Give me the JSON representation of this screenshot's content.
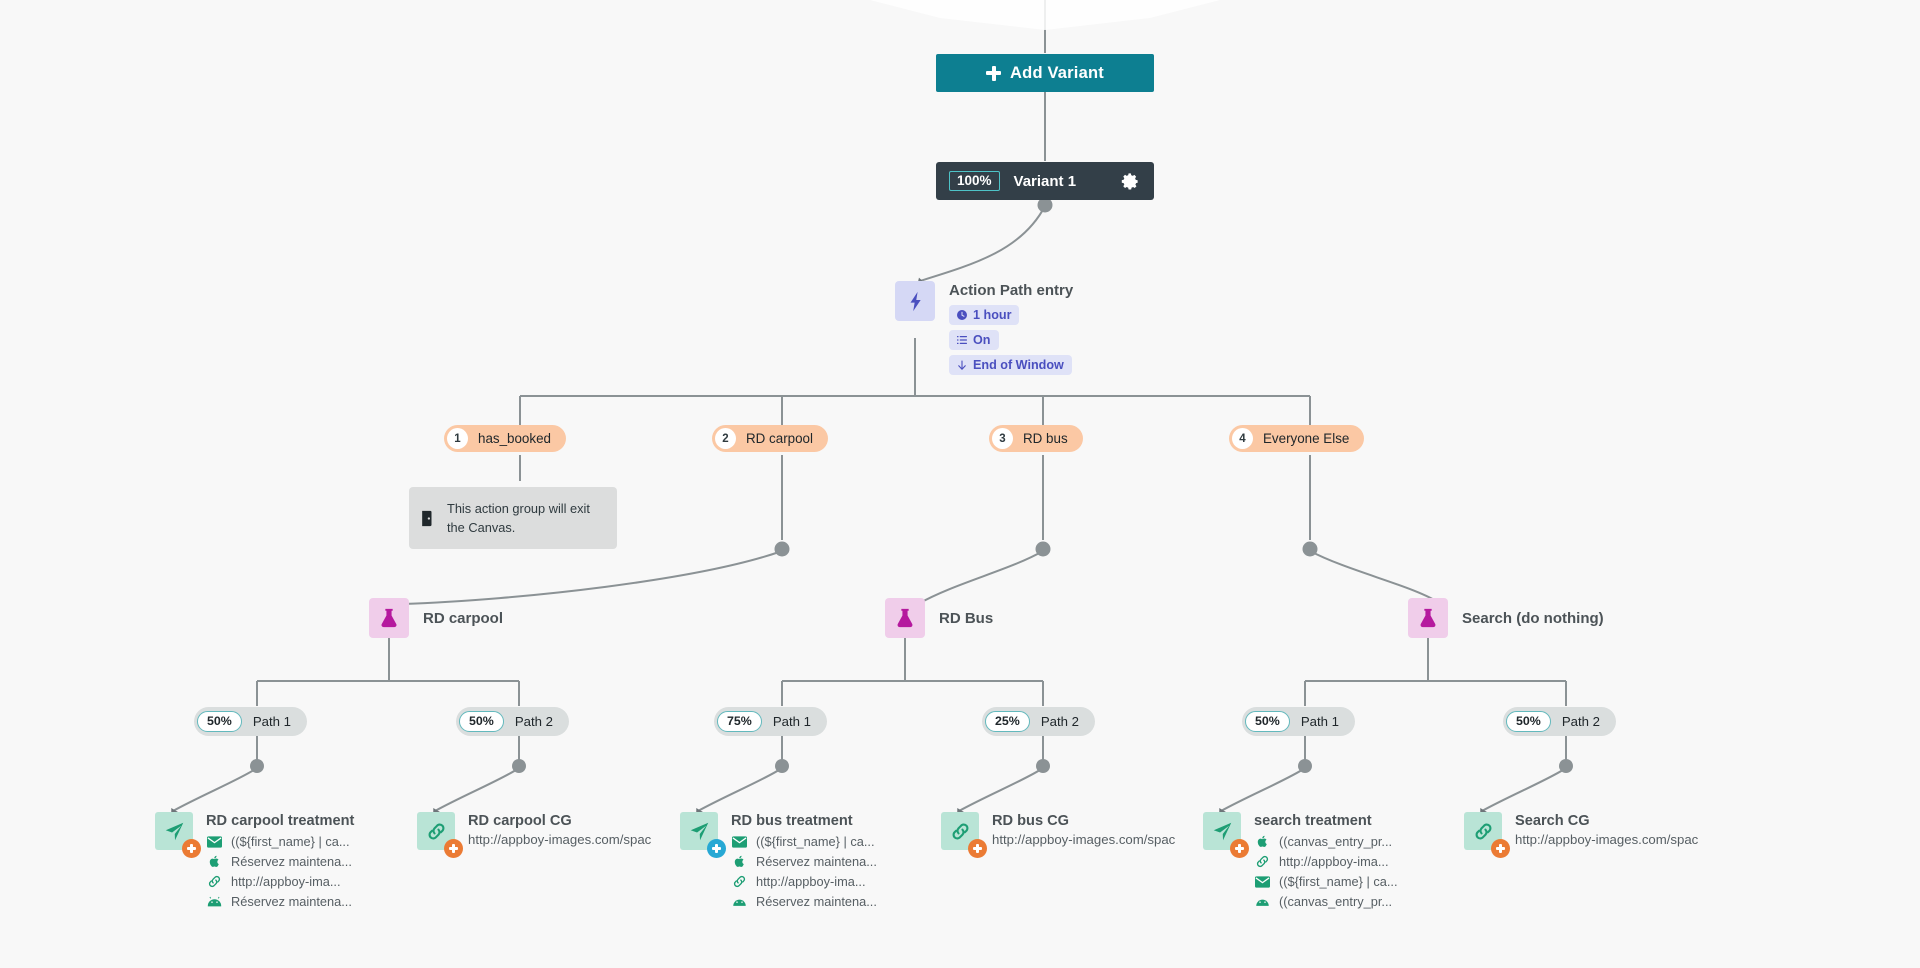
{
  "canvas": {
    "background_color": "#f8f8f8",
    "accent_teal": "#0d7f91",
    "variant_bar_color": "#333f48",
    "filter_pill_color": "#fbc8a4",
    "experiment_color": "#f0cdea",
    "message_color": "#b9e4d6"
  },
  "add_variant": {
    "label": "Add Variant",
    "icon": "plus-icon"
  },
  "variant": {
    "percent": "100%",
    "name": "Variant 1",
    "settings_icon": "gear-icon"
  },
  "action_path_entry": {
    "title": "Action Path entry",
    "icon": "lightning-bolt-icon",
    "chips": [
      {
        "icon": "clock-icon",
        "label": "1 hour"
      },
      {
        "icon": "list-icon",
        "label": "On"
      },
      {
        "icon": "arrow-down-icon",
        "label": "End of Window"
      }
    ]
  },
  "filters": [
    {
      "number": "1",
      "label": "has_booked"
    },
    {
      "number": "2",
      "label": "RD carpool"
    },
    {
      "number": "3",
      "label": "RD bus"
    },
    {
      "number": "4",
      "label": "Everyone Else"
    }
  ],
  "exit_note": {
    "icon": "exit-door-icon",
    "text": "This action group will exit the Canvas."
  },
  "experiments": [
    {
      "label": "RD carpool",
      "icon": "flask-icon"
    },
    {
      "label": "RD Bus",
      "icon": "flask-icon"
    },
    {
      "label": "Search (do nothing)",
      "icon": "flask-icon"
    }
  ],
  "paths": [
    {
      "percent": "50%",
      "label": "Path 1"
    },
    {
      "percent": "50%",
      "label": "Path 2"
    },
    {
      "percent": "75%",
      "label": "Path 1"
    },
    {
      "percent": "25%",
      "label": "Path 2"
    },
    {
      "percent": "50%",
      "label": "Path 1"
    },
    {
      "percent": "50%",
      "label": "Path 2"
    }
  ],
  "messages": [
    {
      "title": "RD carpool treatment",
      "icon": "paper-plane-icon",
      "badge_icon": "plus-badge-icon",
      "badge_color": "#eb7b34",
      "channels": [
        {
          "icon": "email-icon",
          "text": "((${first_name} | ca..."
        },
        {
          "icon": "apple-icon",
          "text": "Réservez maintena..."
        },
        {
          "icon": "link-icon",
          "text": "http://appboy-ima..."
        },
        {
          "icon": "android-icon",
          "text": "Réservez maintena..."
        }
      ]
    },
    {
      "title": "RD carpool CG",
      "icon": "link-icon",
      "badge_icon": "plus-badge-icon",
      "badge_color": "#eb7b34",
      "subtitle": "http://appboy-images.com/spac",
      "channels": []
    },
    {
      "title": "RD bus treatment",
      "icon": "paper-plane-icon",
      "badge_icon": "plus-badge-icon",
      "badge_color": "#27a8d4",
      "channels": [
        {
          "icon": "email-icon",
          "text": "((${first_name} | ca..."
        },
        {
          "icon": "apple-icon",
          "text": "Réservez maintena..."
        },
        {
          "icon": "link-icon",
          "text": "http://appboy-ima..."
        },
        {
          "icon": "android-icon",
          "text": "Réservez maintena..."
        }
      ]
    },
    {
      "title": "RD bus CG",
      "icon": "link-icon",
      "badge_icon": "plus-badge-icon",
      "badge_color": "#eb7b34",
      "subtitle": "http://appboy-images.com/spac",
      "channels": []
    },
    {
      "title": "search treatment",
      "icon": "paper-plane-icon",
      "badge_icon": "plus-badge-icon",
      "badge_color": "#eb7b34",
      "channels": [
        {
          "icon": "apple-icon",
          "text": "((canvas_entry_pr..."
        },
        {
          "icon": "link-icon",
          "text": "http://appboy-ima..."
        },
        {
          "icon": "email-icon",
          "text": "((${first_name} | ca..."
        },
        {
          "icon": "android-icon",
          "text": "((canvas_entry_pr..."
        }
      ]
    },
    {
      "title": "Search CG",
      "icon": "link-icon",
      "badge_icon": "plus-badge-icon",
      "badge_color": "#eb7b34",
      "subtitle": "http://appboy-images.com/spac",
      "channels": []
    }
  ]
}
